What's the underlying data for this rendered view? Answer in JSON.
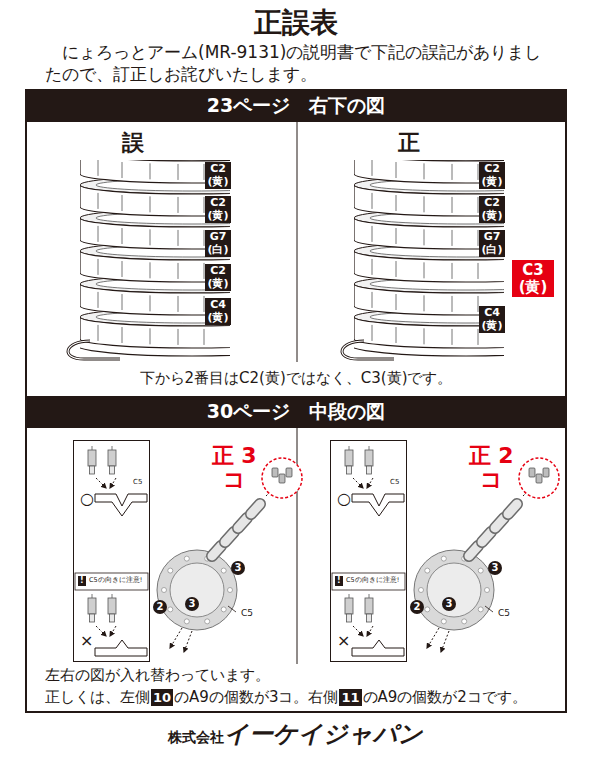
{
  "diagram": {
    "title": "正誤表",
    "nodes": [
      {
        "text": [
          "23ページ　右下の図"
        ]
      },
      {
        "text": [
          "C2 (黄)"
        ]
      },
      {
        "text": [
          "C2 (黄)"
        ]
      },
      {
        "text": [
          "G7 (白)"
        ]
      },
      {
        "text": [
          "C2 (黄)"
        ]
      },
      {
        "text": [
          "C4 (黄)"
        ]
      },
      {
        "text": [
          "C2 (黄)"
        ]
      },
      {
        "text": [
          "C2 (黄)"
        ]
      },
      {
        "text": [
          "G7 (白)"
        ]
      },
      {
        "text": [
          "C3 (黄)"
        ]
      },
      {
        "text": [
          "C4 (黄)"
        ]
      },
      {
        "text": [
          "30ページ　中段の図"
        ]
      },
      {
        "text": [
          "○",
          "C5",
          "!",
          "C5の向きに注意!",
          "×"
        ]
      },
      {
        "text": [
          "2"
        ]
      },
      {
        "text": [
          "3"
        ]
      },
      {
        "text": [
          "3"
        ]
      },
      {
        "text": [
          "○",
          "C5",
          "!",
          "C5の向きに注意!",
          "×"
        ]
      },
      {
        "text": [
          "2"
        ]
      },
      {
        "text": [
          "3"
        ]
      },
      {
        "text": [
          "3"
        ]
      },
      {
        "text": [
          "10"
        ]
      },
      {
        "text": [
          "11"
        ]
      }
    ],
    "labels": [
      "にょろっとアーム(MR-9131)の説明書で下記の誤記がありましたので、訂正しお詫びいたします。",
      "誤",
      "正",
      "下から2番目はC2(黄)ではなく、C3(黄)です。",
      "正 3コ",
      "C5",
      "正 2コ",
      "C5",
      "左右の図が入れ替わっています。",
      "正しくは、左側",
      "のA9の個数が3コ。右側",
      "のA9の個数が2コです。",
      "株式会社",
      "イーケイジャパン"
    ]
  }
}
